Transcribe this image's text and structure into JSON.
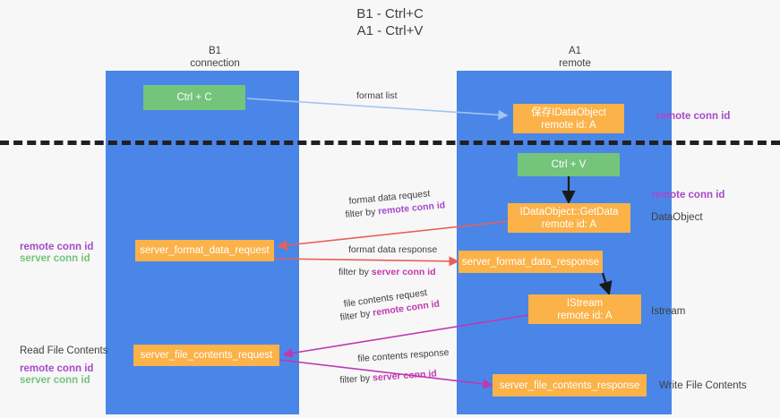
{
  "title": "B1 - Ctrl+C\nA1 - Ctrl+V",
  "columns": [
    {
      "name": "B1",
      "role": "connection",
      "label": "B1\nconnection"
    },
    {
      "name": "A1",
      "role": "remote",
      "label": "A1\nremote"
    }
  ],
  "nodes": {
    "ctrl_c": {
      "label": "Ctrl + C",
      "color": "#74c47c"
    },
    "dataobject_remote": {
      "label": "保存IDataObject\nremote id: A",
      "color": "#fbb248"
    },
    "ctrl_v": {
      "label": "Ctrl + V",
      "color": "#74c47c"
    },
    "getdata": {
      "label": "IDataObject::GetData\nremote id: A",
      "color": "#fbb248"
    },
    "fmt_req": {
      "label": "server_format_data_request",
      "color": "#fbb248"
    },
    "fmt_resp": {
      "label": "server_format_data_response",
      "color": "#fbb248"
    },
    "istream": {
      "label": "IStream\nremote id: A",
      "color": "#fbb248"
    },
    "file_req": {
      "label": "server_file_contents_request",
      "color": "#fbb248"
    },
    "file_resp": {
      "label": "server_file_contents_response",
      "color": "#fbb248"
    }
  },
  "right_annotations": {
    "remote_conn_id_top": "remote conn id",
    "remote_conn_id_mid": "remote conn id",
    "dataobject": "DataObject",
    "istream": "Istream",
    "write_file_contents": "Write File Contents"
  },
  "left_annotations": {
    "remote_conn_id": "remote conn id",
    "server_conn_id": "server conn id",
    "read_file_contents": "Read File Contents",
    "remote_conn_id_2": "remote conn id",
    "server_conn_id_2": "server conn id"
  },
  "edges": {
    "format_list": {
      "text": "format list"
    },
    "format_data_request": {
      "text": "format data request",
      "filter_prefix": "filter by ",
      "filter_key": "remote conn id"
    },
    "format_data_response": {
      "text": "format data response",
      "filter_prefix": "filter by ",
      "filter_key": "server conn id"
    },
    "file_contents_request": {
      "text": "file contents request",
      "filter_prefix": "filter by ",
      "filter_key": "remote conn id"
    },
    "file_contents_response": {
      "text": "file contents response",
      "filter_prefix": "filter by ",
      "filter_key": "server conn id"
    }
  },
  "colors": {
    "lane": "#4a86e8",
    "green_node": "#74c47c",
    "orange_node": "#fbb248",
    "purple": "#a64ac9",
    "magenta": "#c038b0",
    "green_text": "#74c47c",
    "red_arrow": "#e8605a",
    "blue_arrow": "#9fc5f0",
    "black_arrow": "#1a1a1a",
    "background": "#f7f7f7"
  }
}
